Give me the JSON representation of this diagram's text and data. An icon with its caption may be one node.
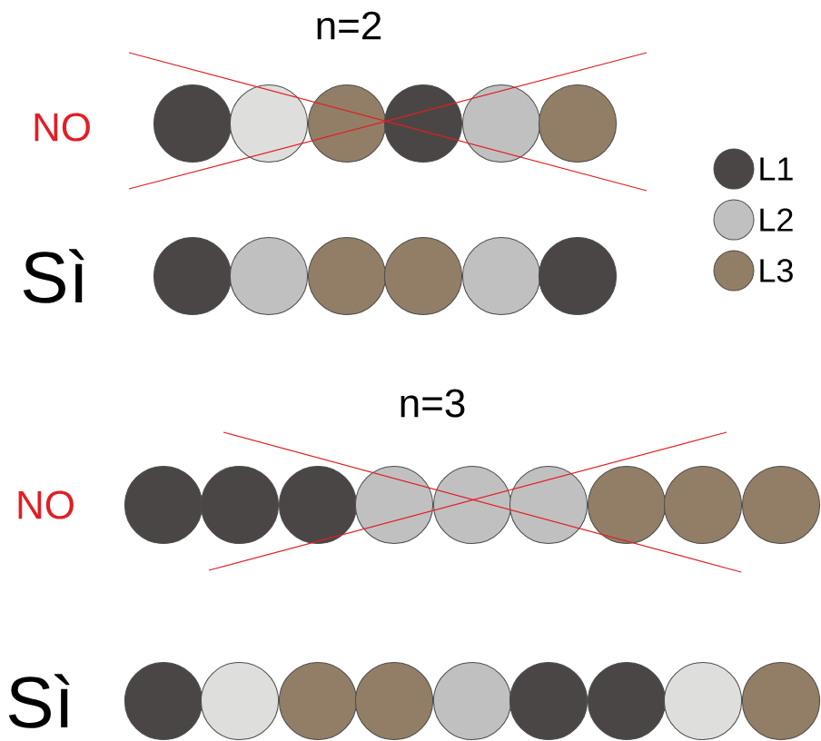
{
  "diagram": {
    "labels": [
      "n=2",
      "NO",
      "Sì",
      "n=3",
      "NO",
      "Sì"
    ],
    "legend": [
      {
        "text": "L1",
        "color": "#4a4645"
      },
      {
        "text": "L2",
        "color": "#c0c0c0"
      },
      {
        "text": "L3",
        "color": "#927e66"
      }
    ]
  }
}
